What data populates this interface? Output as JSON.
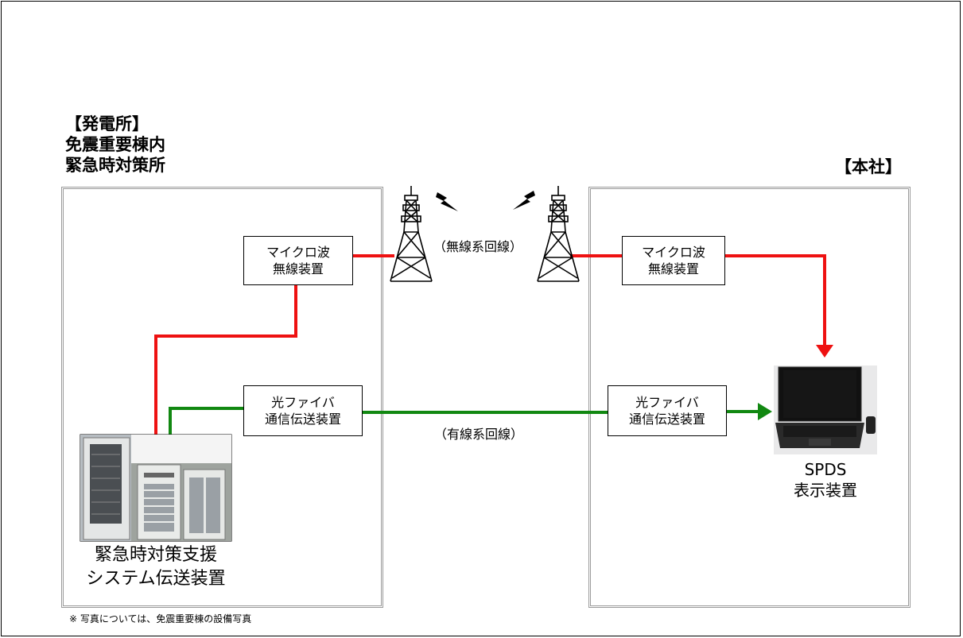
{
  "plant_label": {
    "line1": "【発電所】",
    "line2": "免震重要棟内",
    "line3": "緊急時対策所"
  },
  "hq_label": "【本社】",
  "plant_microwave": {
    "line1": "マイクロ波",
    "line2": "無線装置"
  },
  "hq_microwave": {
    "line1": "マイクロ波",
    "line2": "無線装置"
  },
  "plant_fiber": {
    "line1": "光ファイバ",
    "line2": "通信伝送装置"
  },
  "hq_fiber": {
    "line1": "光ファイバ",
    "line2": "通信伝送装置"
  },
  "wireless_line_label": "（無線系回線）",
  "wired_line_label": "（有線系回線）",
  "support_system": {
    "line1": "緊急時対策支援",
    "line2": "システム伝送装置"
  },
  "spds": {
    "line1": "SPDS",
    "line2": "表示装置"
  },
  "footnote": "※ 写真については、免震重要棟の設備写真",
  "colors": {
    "wireless": "#ee1111",
    "wired": "#118811",
    "box_border": "#9a9a9a"
  }
}
